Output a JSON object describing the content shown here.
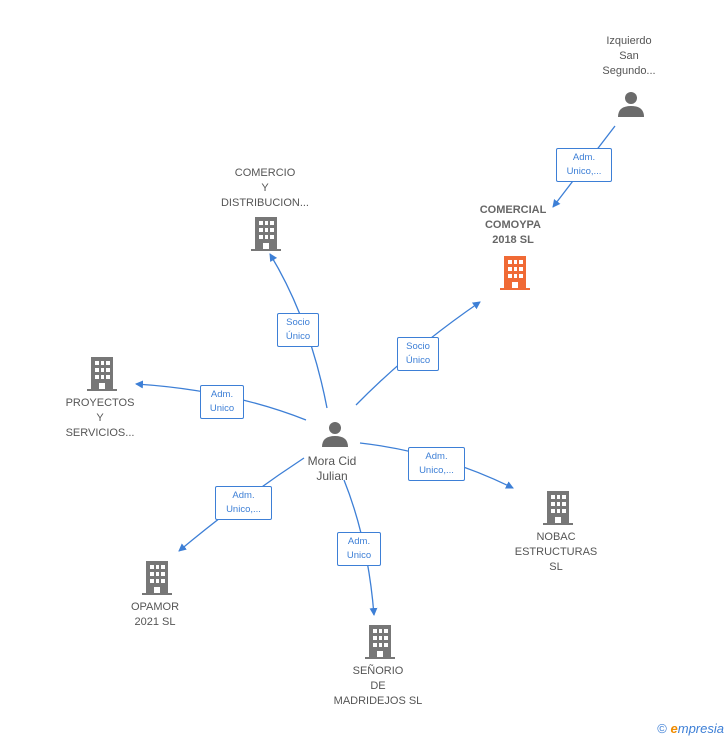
{
  "colors": {
    "edge": "#3d7fd6",
    "building": "#777777",
    "highlight": "#f06a35",
    "person": "#6b6b6b"
  },
  "nodes": {
    "center": {
      "lines": [
        "Mora Cid",
        "Julian"
      ],
      "icon": "person-icon"
    },
    "izquierdo": {
      "lines": [
        "Izquierdo",
        "San",
        "Segundo..."
      ],
      "icon": "person-icon"
    },
    "comercial_comoypa": {
      "lines": [
        "COMERCIAL",
        "COMOYPA",
        "2018  SL"
      ],
      "icon": "building-icon"
    },
    "comercio": {
      "lines": [
        "COMERCIO",
        "Y",
        "DISTRIBUCION..."
      ],
      "icon": "building-icon"
    },
    "proyectos": {
      "lines": [
        "PROYECTOS",
        "Y",
        "SERVICIOS..."
      ],
      "icon": "building-icon"
    },
    "nobac": {
      "lines": [
        "NOBAC",
        "ESTRUCTURAS",
        "SL"
      ],
      "icon": "building-icon"
    },
    "opamor": {
      "lines": [
        "OPAMOR",
        "2021  SL"
      ],
      "icon": "building-icon"
    },
    "senorio": {
      "lines": [
        "SEÑORIO",
        "DE",
        "MADRIDEJOS SL"
      ],
      "icon": "building-icon"
    }
  },
  "edges": {
    "izquierdo_to_comoypa": [
      "Adm.",
      "Unico,..."
    ],
    "center_to_comercio": [
      "Socio",
      "Único"
    ],
    "center_to_comoypa": [
      "Socio",
      "Único"
    ],
    "center_to_proyectos": [
      "Adm.",
      "Unico"
    ],
    "center_to_nobac": [
      "Adm.",
      "Unico,..."
    ],
    "center_to_opamor": [
      "Adm.",
      "Unico,..."
    ],
    "center_to_senorio": [
      "Adm.",
      "Unico"
    ]
  },
  "footer": {
    "copyright": "©",
    "brand_first": "e",
    "brand_rest": "mpresia"
  }
}
